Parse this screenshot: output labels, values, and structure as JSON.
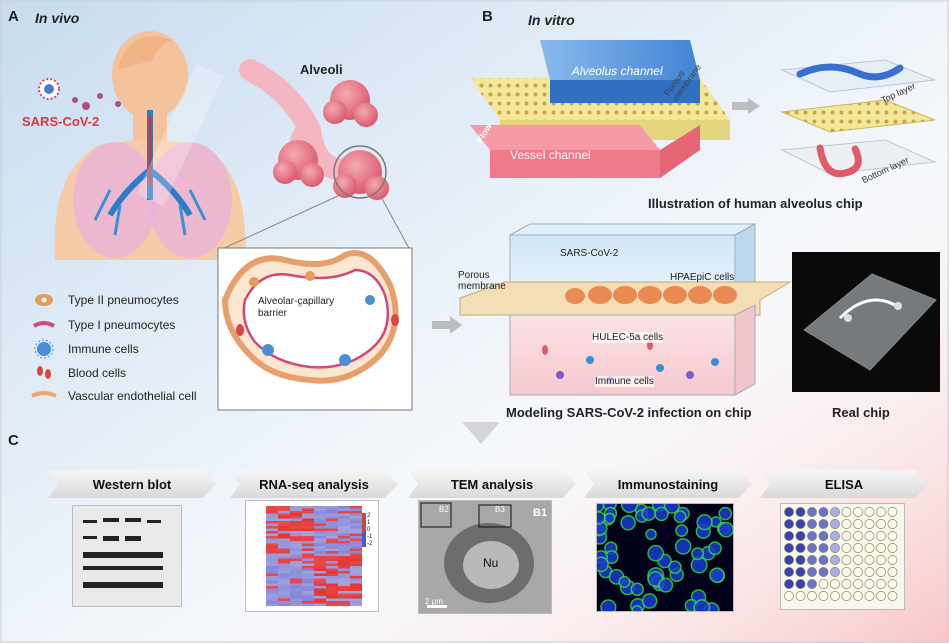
{
  "panels": {
    "a": {
      "letter": "A",
      "title": "In vivo",
      "virus": "SARS-CoV-2",
      "alveoli": "Alveoli",
      "barrier_label": "Alveolar-capillary\nbarrier"
    },
    "b": {
      "letter": "B",
      "title": "In vitro",
      "alveolus_channel": "Alveolus channel",
      "vessel_channel": "Vessel channel",
      "flow": "Flow",
      "porous_membrane": "Porous membrane",
      "top_layer": "Top layer",
      "bottom_layer": "Bottom layer",
      "chip_caption": "Illustration of human alveolus chip",
      "model": {
        "porous_membrane": "Porous membrane",
        "virus": "SARS-CoV-2",
        "hpaepic": "HPAEpiC cells",
        "hulec": "HULEC-5a cells",
        "immune": "Immune cells",
        "caption": "Modeling SARS-CoV-2 infection on chip"
      },
      "real_chip": "Real chip"
    },
    "c": {
      "letter": "C"
    }
  },
  "legend": [
    {
      "label": "Type II pneumocytes",
      "icon": "type2-pneumocyte-icon",
      "color": "#e59b5a"
    },
    {
      "label": "Type I pneumocytes",
      "icon": "type1-pneumocyte-icon",
      "color": "#d2487a"
    },
    {
      "label": "Immune cells",
      "icon": "immune-cell-icon",
      "color": "#4a8fd6"
    },
    {
      "label": "Blood cells",
      "icon": "blood-cell-icon",
      "color": "#d9453f"
    },
    {
      "label": "Vascular endothelial cell",
      "icon": "endothelial-cell-icon",
      "color": "#f1a56a"
    }
  ],
  "assays": [
    {
      "label": "Western blot"
    },
    {
      "label": "RNA-seq analysis",
      "scale": [
        "2",
        "1",
        "0",
        "-1",
        "-2"
      ]
    },
    {
      "label": "TEM analysis",
      "marks": {
        "b1": "B1",
        "b2": "B2",
        "b3": "B3",
        "nu": "Nu",
        "scale": "2 μm"
      }
    },
    {
      "label": "Immunostaining"
    },
    {
      "label": "ELISA"
    }
  ]
}
